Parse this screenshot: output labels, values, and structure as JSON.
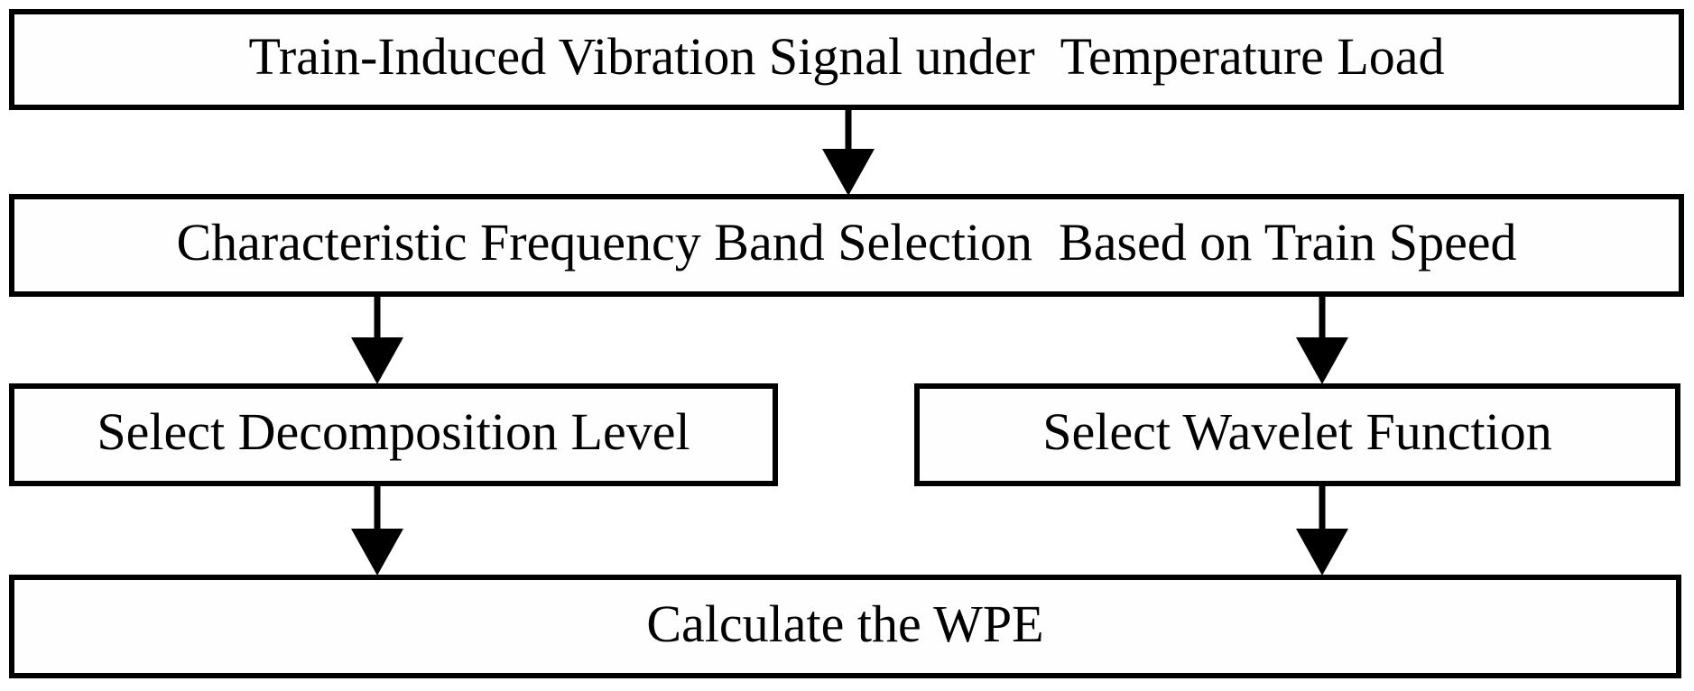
{
  "flowchart": {
    "nodes": [
      {
        "id": "vibration-signal",
        "label": "Train-Induced Vibration Signal under  Temperature Load"
      },
      {
        "id": "band-selection",
        "label": "Characteristic Frequency Band Selection  Based on Train Speed"
      },
      {
        "id": "decomposition-level",
        "label": "Select Decomposition Level"
      },
      {
        "id": "wavelet-function",
        "label": "Select Wavelet Function"
      },
      {
        "id": "calculate-wpe",
        "label": "Calculate the WPE"
      }
    ],
    "edges": [
      {
        "from": "vibration-signal",
        "to": "band-selection"
      },
      {
        "from": "band-selection",
        "to": "decomposition-level"
      },
      {
        "from": "band-selection",
        "to": "wavelet-function"
      },
      {
        "from": "decomposition-level",
        "to": "calculate-wpe"
      },
      {
        "from": "wavelet-function",
        "to": "calculate-wpe"
      }
    ],
    "colors": {
      "border": "#000000",
      "fill": "#fefefe",
      "arrow": "#000000",
      "background": "#ffffff",
      "text": "#000000"
    }
  }
}
